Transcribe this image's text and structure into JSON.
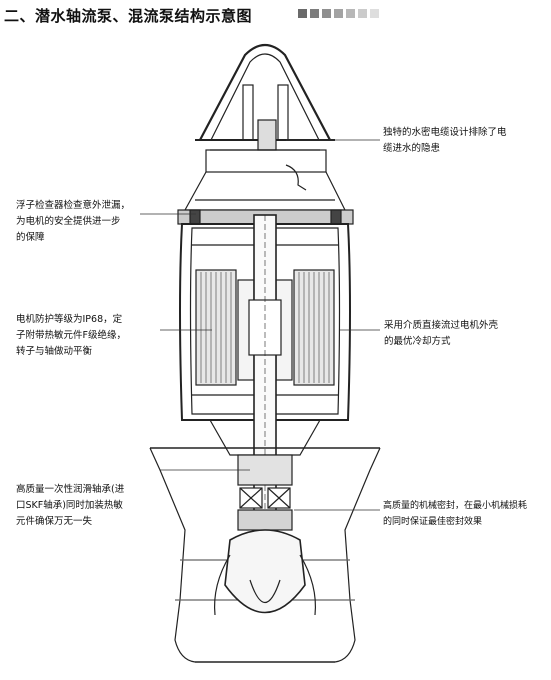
{
  "header": {
    "title": "二、潜水轴流泵、混流泵结构示意图",
    "square_colors": [
      "#6a6a6a",
      "#7c7c7c",
      "#8f8f8f",
      "#a3a3a3",
      "#b7b7b7",
      "#cbcbcb",
      "#dedede"
    ]
  },
  "annotations": {
    "cable_seal": [
      "独特的水密电缆设计排除了电",
      "缆进水的隐患"
    ],
    "float_detector": [
      "浮子检查器检查意外泄漏，",
      "为电机的安全提供进一步",
      "的保障"
    ],
    "motor_protection": [
      "电机防护等级为IP68，定",
      "子附带热敏元件F级绝缘，",
      "转子与轴做动平衡"
    ],
    "cooling": [
      "采用介质直接流过电机外壳",
      "的最优冷却方式"
    ],
    "bearing": [
      "高质量一次性润滑轴承(进",
      "口SKF轴承)同时加装热敏",
      "元件确保万无一失"
    ],
    "mechanical_seal": [
      "高质量的机械密封，在最小机械损耗",
      "的同时保证最佳密封效果"
    ]
  }
}
